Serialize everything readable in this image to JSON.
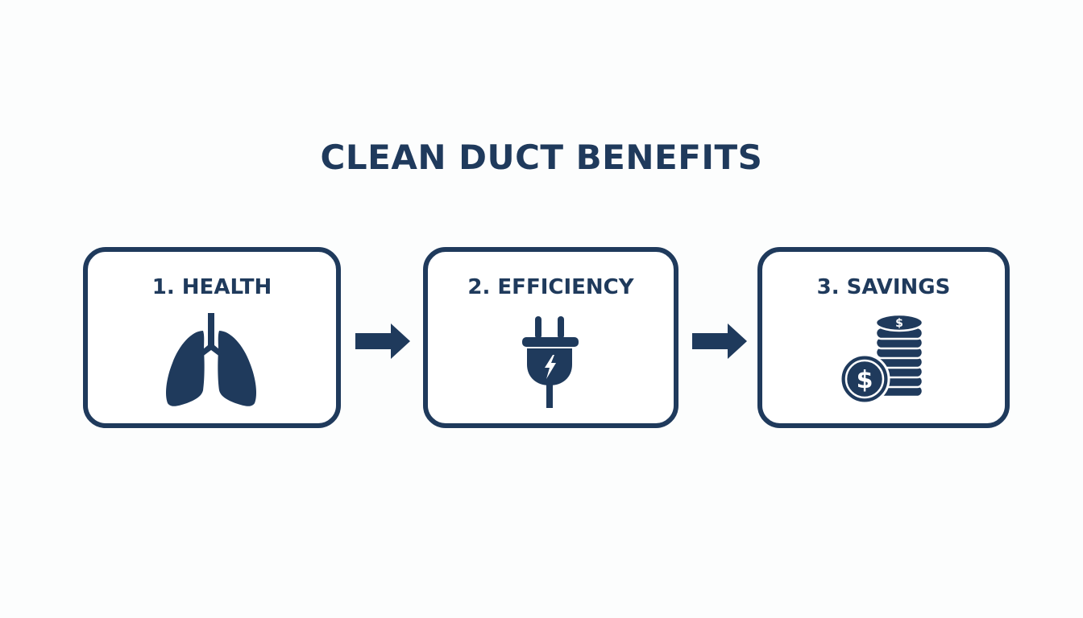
{
  "title": "CLEAN DUCT BENEFITS",
  "steps": [
    {
      "number": 1,
      "label": "1. HEALTH",
      "icon": "lungs-icon"
    },
    {
      "number": 2,
      "label": "2. EFFICIENCY",
      "icon": "electric-plug-icon"
    },
    {
      "number": 3,
      "label": "3. SAVINGS",
      "icon": "coin-stack-icon"
    }
  ],
  "connectors": [
    {
      "from": 1,
      "to": 2,
      "icon": "arrow-right-icon"
    },
    {
      "from": 2,
      "to": 3,
      "icon": "arrow-right-icon"
    }
  ],
  "colors": {
    "primary": "#1f3a5c",
    "background": "#fcfdfd",
    "box_fill": "#ffffff"
  }
}
